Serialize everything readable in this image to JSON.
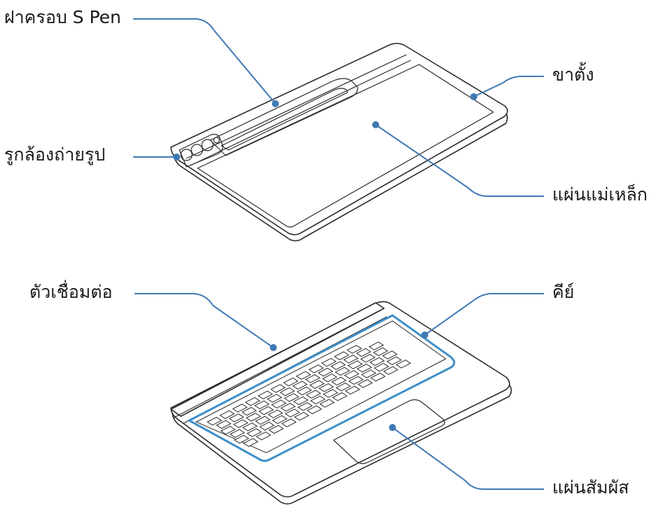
{
  "labels": {
    "spen_cover": "ฝาครอบ S Pen",
    "camera_hole": "รูกล้องถ่ายรูป",
    "stand": "ขาตั้ง",
    "magnet_plate": "แผ่นแม่เหล็ก",
    "connector": "ตัวเชื่อมต่อ",
    "keys": "คีย์",
    "touchpad": "แผ่นสัมผัส"
  },
  "colors": {
    "leader_line": "#3f79b4",
    "key_highlight": "#3f8fc9",
    "outline": "#2b2b2b"
  }
}
